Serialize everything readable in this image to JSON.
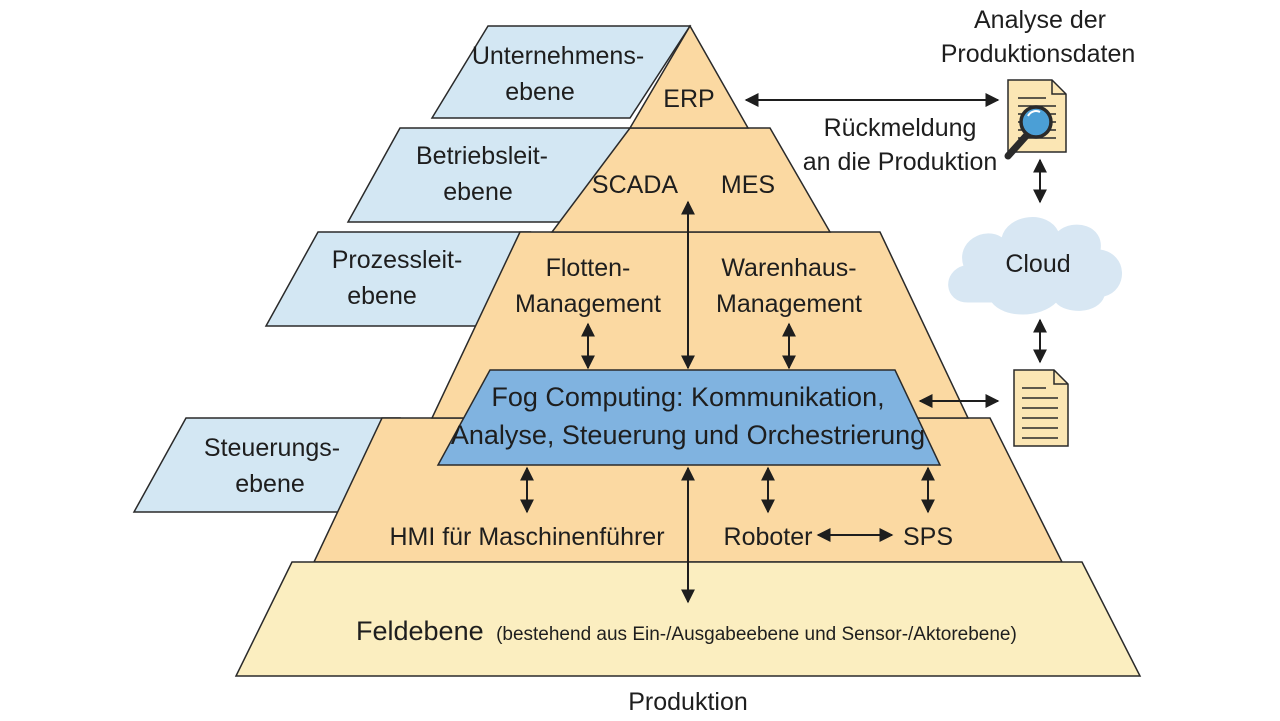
{
  "levels": {
    "unternehmen": [
      "Unternehmens-",
      "ebene"
    ],
    "betriebsleit": [
      "Betriebsleit-",
      "ebene"
    ],
    "prozessleit": [
      "Prozessleit-",
      "ebene"
    ],
    "steuerung": [
      "Steuerungs-",
      "ebene"
    ]
  },
  "pyramid": {
    "erp": "ERP",
    "scada": "SCADA",
    "mes": "MES",
    "flotten": [
      "Flotten-",
      "Management"
    ],
    "warenhaus": [
      "Warenhaus-",
      "Management"
    ],
    "fog": [
      "Fog Computing: Kommunikation,",
      "Analyse, Steuerung und Orchestrierung"
    ],
    "hmi": "HMI für Maschinenführer",
    "roboter": "Roboter",
    "sps": "SPS",
    "feldebene": "Feldebene",
    "feldebene_note": "(bestehend aus Ein-/Ausgabeebene und Sensor-/Aktorebene)"
  },
  "side": {
    "analyse": [
      "Analyse der",
      "Produktionsdaten"
    ],
    "rueckmeldung": [
      "Rückmeldung",
      "an die Produktion"
    ],
    "cloud": "Cloud"
  },
  "footer": "Produktion",
  "colors": {
    "pyramid_fill": "#fbd9a2",
    "field_fill": "#fbeec0",
    "level_fill": "#d3e7f3",
    "fog_fill": "#80b3e0",
    "cloud_fill": "#d8e7f3",
    "doc_fill": "#fbe6b4",
    "outline": "#2a2a2a"
  },
  "icons": [
    "magnifier-document-icon",
    "document-icon",
    "cloud-icon",
    "double-arrow-icon"
  ]
}
